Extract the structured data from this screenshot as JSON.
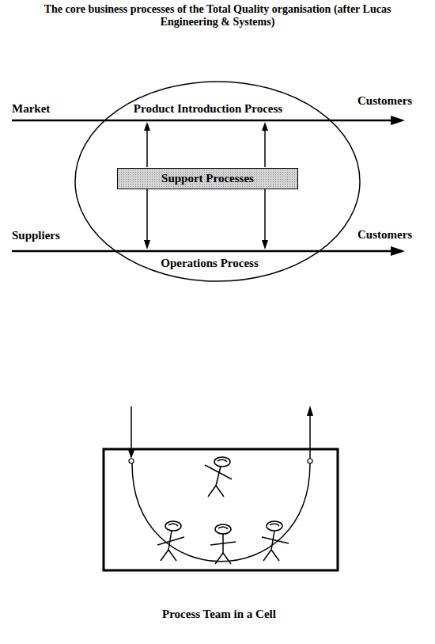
{
  "diagram": {
    "title": "The core business processes of the Total Quality organisation (after Lucas Engineering & Systems)",
    "caption": "Process Team in a Cell",
    "nodes": [
      {
        "text": [
          "Support Processes"
        ]
      }
    ],
    "labels": [
      "Market",
      "Product Introduction Process",
      "Customers",
      "Suppliers",
      "Operations Process",
      "Customers"
    ]
  }
}
